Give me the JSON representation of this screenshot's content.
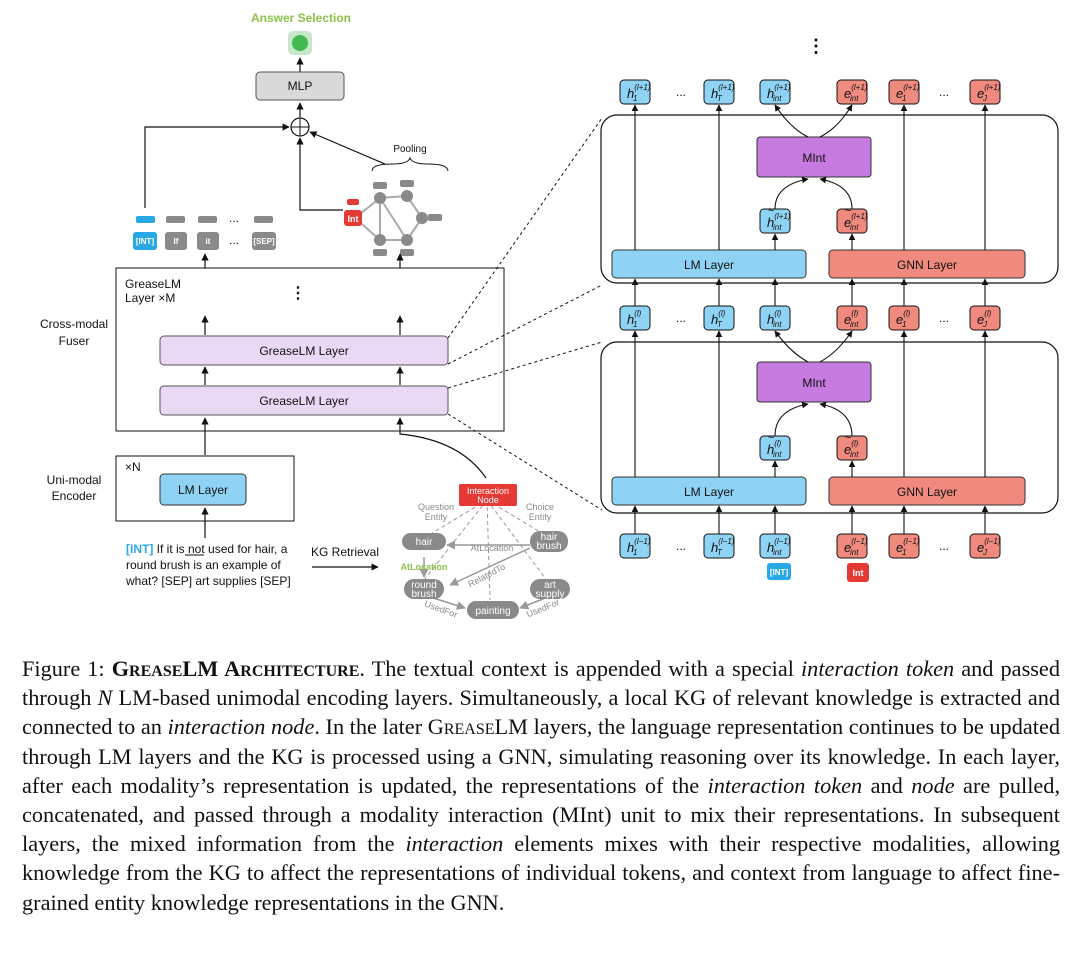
{
  "left": {
    "answer_selection": "Answer Selection",
    "mlp": "MLP",
    "pooling": "Pooling",
    "int_label": "Int",
    "tokens": [
      "[INT]",
      "If",
      "it",
      "...",
      "[SEP]"
    ],
    "greaselm_stack": "GreaseLM",
    "greaselm_stack_x": "Layer ×M",
    "cross_modal": "Cross-modal",
    "fuser": "Fuser",
    "greaselm_layer": "GreaseLM Layer",
    "xN": "×N",
    "unimodal": "Uni-modal",
    "encoder": "Encoder",
    "lm_layer": "LM Layer",
    "input_int": "[INT]",
    "input_line1": " If it is not used for hair, a",
    "input_line2": "round brush is an example of",
    "input_line3": "what?  [SEP] art supplies  [SEP]",
    "input_not": "not",
    "kg_retrieval": "KG Retrieval"
  },
  "kg": {
    "interaction_node": "Interaction",
    "interaction_node2": "Node",
    "question_entity": "Question",
    "question_entity2": "Entity",
    "choice_entity": "Choice",
    "choice_entity2": "Entity",
    "hair": "hair",
    "hair_brush": "hair",
    "hair_brush2": "brush",
    "round_brush": "round",
    "round_brush2": "brush",
    "art_supply": "art",
    "art_supply2": "supply",
    "painting": "painting",
    "at_location": "AtLocation",
    "at_location2": "AtLocation",
    "related_to": "RelatedTo",
    "used_for": "UsedFor",
    "used_for2": "UsedFor"
  },
  "right": {
    "mint": "MInt",
    "lm_layer": "LM Layer",
    "gnn_layer": "GNN Layer",
    "int_token": "[INT]",
    "int_node": "Int",
    "ellipsis": "..."
  },
  "caption": {
    "label": "Figure 1: ",
    "title_sc": "GreaseLM Architecture",
    "text1": ". The textual context is appended with a special ",
    "em1": "interaction token",
    "text2": " and passed through ",
    "em_n": "N",
    "text3": " LM-based unimodal encoding layers. Simultaneously, a local KG of relevant knowledge is extracted and connected to an ",
    "em2": "interaction node",
    "text4": ". In the later ",
    "sc2": "GreaseLM",
    "text5": " layers, the language representation continues to be updated through LM layers and the KG is processed using a GNN, simulating reasoning over its knowledge. In each layer, after each modality’s representation is updated, the representations of the ",
    "em3": "interaction token",
    "text6": " and ",
    "em4": "node",
    "text7": " are pulled, concatenated, and passed through a modality interaction (MInt) unit to mix their representations. In subsequent layers, the mixed information from the ",
    "em5": "interaction",
    "text8": " elements mixes with their respective modalities, allowing knowledge from the KG to affect the representations of individual tokens, and context from language to affect fine-grained entity knowledge representations in the GNN."
  },
  "colors": {
    "blue": "#8fd3f4",
    "red": "#f08a7f",
    "purple": "#c77be0",
    "lavender": "#ead9f5",
    "gray_node": "#8a8a8a",
    "green": "#3fb950",
    "answer_green": "#8bc34a",
    "int_red": "#e53935",
    "int_blue": "#29a8e6"
  }
}
